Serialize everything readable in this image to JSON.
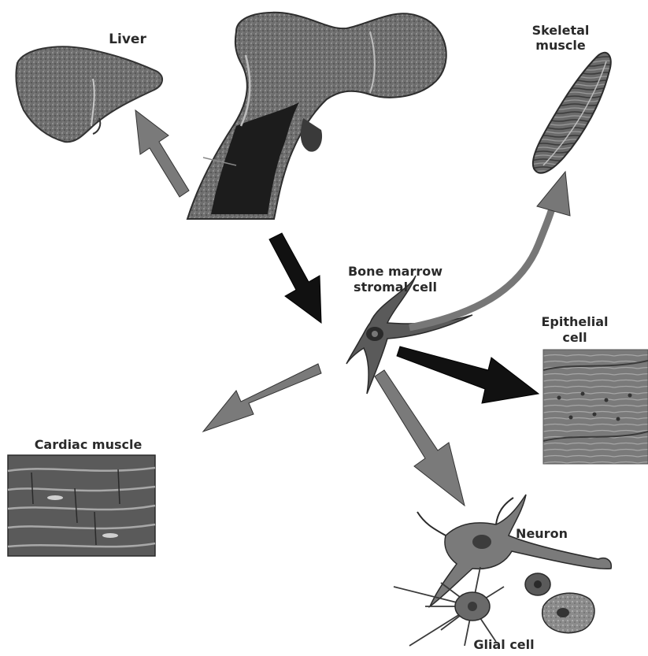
{
  "labels": {
    "liver": "Liver",
    "skeletal_muscle_1": "Skeletal",
    "skeletal_muscle_2": "muscle",
    "stromal_1": "Bone marrow",
    "stromal_2": "stromal cell",
    "epithelial_1": "Epithelial",
    "epithelial_2": "cell",
    "cardiac": "Cardiac muscle",
    "neuron": "Neuron",
    "glial": "Glial cell"
  }
}
